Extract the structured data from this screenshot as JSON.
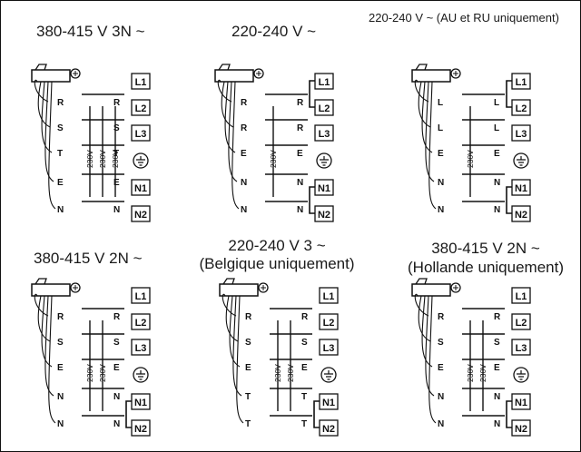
{
  "diagrams": [
    {
      "title": "380-415 V 3N ~",
      "title2": "",
      "wires": [
        "R",
        "S",
        "T",
        "E",
        "N"
      ],
      "volts": [
        "230V",
        "230V",
        "230V"
      ],
      "terminals": [
        "L1",
        "L2",
        "L3",
        "ground",
        "N1",
        "N2"
      ],
      "bridges": []
    },
    {
      "title": "220-240 V ~",
      "title2": "",
      "wires": [
        "R",
        "R",
        "E",
        "N",
        "N"
      ],
      "volts": [
        "230V"
      ],
      "terminals": [
        "L1",
        "L2",
        "L3",
        "ground",
        "N1",
        "N2"
      ],
      "bridges": [
        "L1-L2",
        "N1-N2"
      ]
    },
    {
      "title": "220-240 V ~ (AU et RU uniquement)",
      "title2": "",
      "wires": [
        "L",
        "L",
        "E",
        "N",
        "N"
      ],
      "volts": [
        "230V"
      ],
      "terminals": [
        "L1",
        "L2",
        "L3",
        "ground",
        "N1",
        "N2"
      ],
      "bridges": [
        "L1-L2",
        "N1-N2"
      ]
    },
    {
      "title": "380-415 V 2N ~",
      "title2": "",
      "wires": [
        "R",
        "S",
        "E",
        "N",
        "N"
      ],
      "volts": [
        "230V",
        "230V"
      ],
      "terminals": [
        "L1",
        "L2",
        "L3",
        "ground",
        "N1",
        "N2"
      ],
      "bridges": [
        "N1-N2"
      ]
    },
    {
      "title": "220-240 V 3 ~",
      "title2": "(Belgique uniquement)",
      "wires": [
        "R",
        "S",
        "E",
        "T",
        "T"
      ],
      "volts": [
        "230V",
        "230V"
      ],
      "terminals": [
        "L1",
        "L2",
        "L3",
        "ground",
        "N1",
        "N2"
      ],
      "bridges": [
        "N1-N2"
      ]
    },
    {
      "title": "380-415 V 2N ~",
      "title2": "(Hollande uniquement)",
      "wires": [
        "R",
        "S",
        "E",
        "N",
        "N"
      ],
      "volts": [
        "230V",
        "230V"
      ],
      "terminals": [
        "L1",
        "L2",
        "L3",
        "ground",
        "N1",
        "N2"
      ],
      "bridges": [
        "N1-N2"
      ]
    }
  ],
  "terminal_glyphs": {
    "ground": "earth-symbol"
  }
}
